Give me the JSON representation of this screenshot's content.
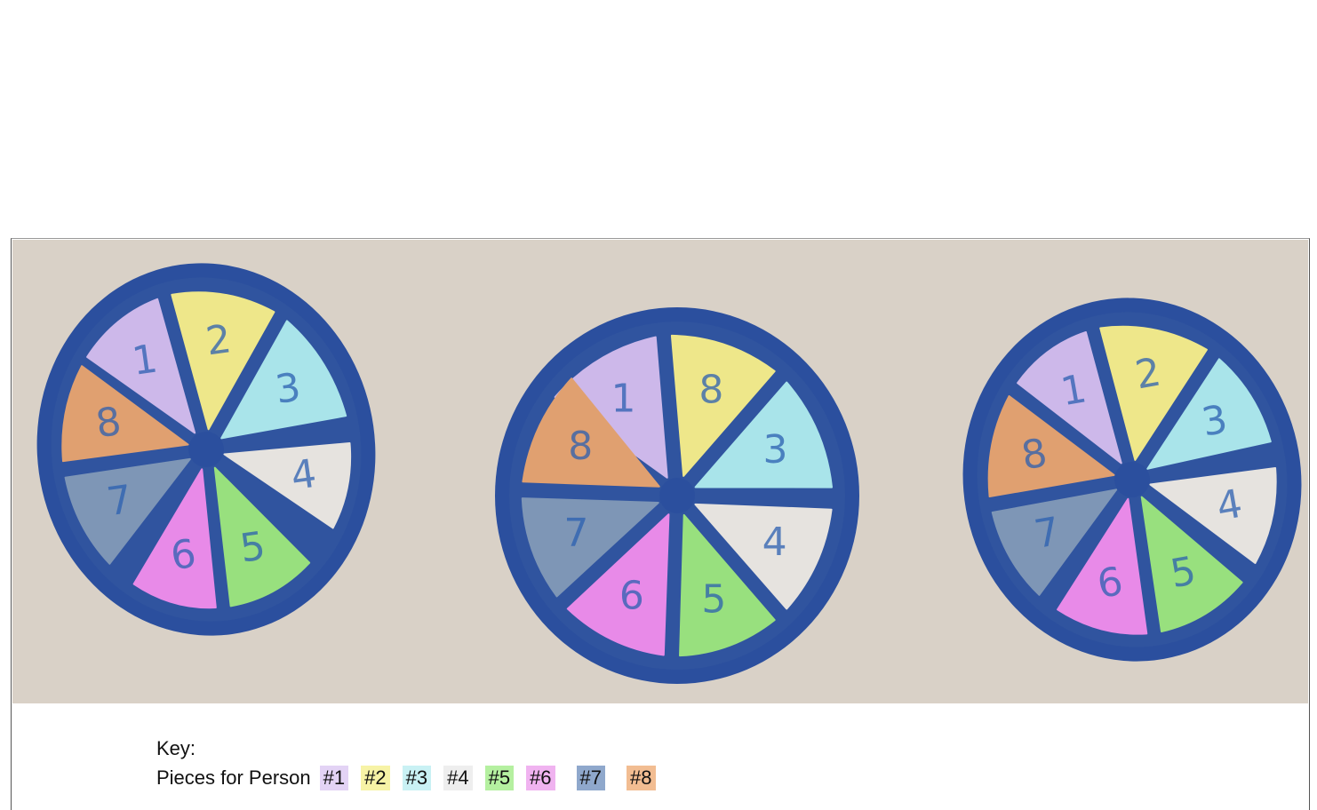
{
  "colors": {
    "background_paper": "#d9d1c7",
    "outline": "#2b4f9e",
    "person": [
      "#cdb8ea",
      "#eee78a",
      "#a9e4ea",
      "#e6e3df",
      "#98e07e",
      "#e88ae8",
      "#7e96b6",
      "#e0a070"
    ]
  },
  "pies": [
    {
      "slices": [
        {
          "label": "1",
          "person": 1
        },
        {
          "label": "2",
          "person": 2
        },
        {
          "label": "3",
          "person": 3
        },
        {
          "label": "4",
          "person": 4
        },
        {
          "label": "5",
          "person": 5
        },
        {
          "label": "6",
          "person": 6
        },
        {
          "label": "7",
          "person": 7
        },
        {
          "label": "8",
          "person": 8
        }
      ]
    },
    {
      "slices": [
        {
          "label": "1",
          "person": 1
        },
        {
          "label": "8",
          "person": 2
        },
        {
          "label": "3",
          "person": 3
        },
        {
          "label": "4",
          "person": 4
        },
        {
          "label": "5",
          "person": 5
        },
        {
          "label": "6",
          "person": 6
        },
        {
          "label": "7",
          "person": 7
        },
        {
          "label": "8",
          "person": 8
        }
      ]
    },
    {
      "slices": [
        {
          "label": "1",
          "person": 1
        },
        {
          "label": "2",
          "person": 2
        },
        {
          "label": "3",
          "person": 3
        },
        {
          "label": "4",
          "person": 4
        },
        {
          "label": "5",
          "person": 5
        },
        {
          "label": "6",
          "person": 6
        },
        {
          "label": "7",
          "person": 7
        },
        {
          "label": "8",
          "person": 8
        }
      ]
    }
  ],
  "key": {
    "title": "Key:",
    "label": "Pieces for Person",
    "items": [
      {
        "text": "#1",
        "color": "#e3d3f5"
      },
      {
        "text": "#2",
        "color": "#f7f3a6"
      },
      {
        "text": "#3",
        "color": "#c9f1f4"
      },
      {
        "text": "#4",
        "color": "#eeeeee"
      },
      {
        "text": "#5",
        "color": "#b5f0a0"
      },
      {
        "text": "#6",
        "color": "#f0b3f0"
      },
      {
        "text": "#7",
        "color": "#8fa8cc"
      },
      {
        "text": "#8",
        "color": "#f2bd92"
      }
    ]
  }
}
